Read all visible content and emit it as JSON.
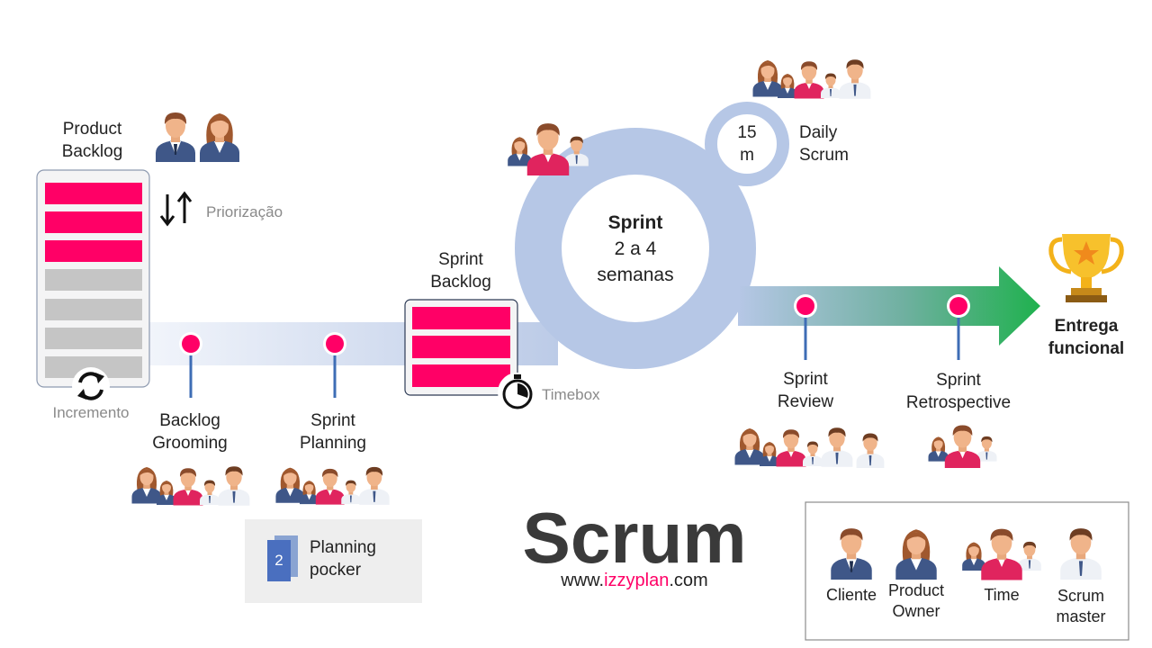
{
  "product_backlog": {
    "title_line1": "Product",
    "title_line2": "Backlog",
    "priorization": "Priorização",
    "increment": "Incremento"
  },
  "sprint_backlog": {
    "title_line1": "Sprint",
    "title_line2": "Backlog",
    "timebox": "Timebox"
  },
  "sprint": {
    "title": "Sprint",
    "line2": "2 a 4",
    "line3": "semanas"
  },
  "daily": {
    "minutes_line1": "15",
    "minutes_line2": "m",
    "title_line1": "Daily",
    "title_line2": "Scrum"
  },
  "events": {
    "grooming_line1": "Backlog",
    "grooming_line2": "Grooming",
    "planning_line1": "Sprint",
    "planning_line2": "Planning",
    "review_line1": "Sprint",
    "review_line2": "Review",
    "retro_line1": "Sprint",
    "retro_line2": "Retrospective"
  },
  "delivery": {
    "line1": "Entrega",
    "line2": "funcional"
  },
  "planning_poker": {
    "card_number": "2",
    "line1": "Planning",
    "line2": "pocker"
  },
  "brand": {
    "title": "Scrum",
    "url_prefix": "www.",
    "url_highlight": "izzyplan",
    "url_suffix": ".com"
  },
  "legend": {
    "cliente": "Cliente",
    "po_line1": "Product",
    "po_line2": "Owner",
    "time": "Time",
    "sm_line1": "Scrum",
    "sm_line2": "master"
  },
  "colors": {
    "pink": "#ff0066",
    "backlog_gray": "#c5c5c5",
    "flow_blue": "#b9c9e6",
    "arrow_green": "#1fb14e"
  }
}
